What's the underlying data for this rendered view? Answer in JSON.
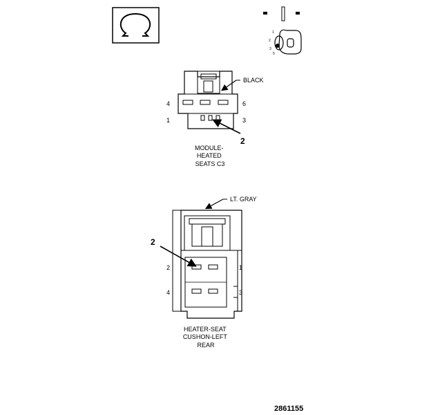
{
  "connector_top": {
    "color_label": "BLACK",
    "callout": "2",
    "pin_labels": [
      "4",
      "6",
      "1",
      "3"
    ],
    "caption_lines": [
      "MODULE-",
      "HEATED",
      "SEATS C3"
    ]
  },
  "connector_bottom": {
    "color_label": "LT. GRAY",
    "callout": "2",
    "pin_labels": [
      "2",
      "1",
      "4",
      "3"
    ],
    "caption_lines": [
      "HEATER-SEAT",
      "CUSHON-LEFT",
      "REAR"
    ]
  },
  "legend_icon": {
    "name": "ohm-symbol-icon"
  },
  "locator_icon": {
    "name": "connector-lock-icon",
    "pin_marks": [
      "1",
      "2",
      "3",
      "5"
    ]
  },
  "figure_number": "2861155"
}
